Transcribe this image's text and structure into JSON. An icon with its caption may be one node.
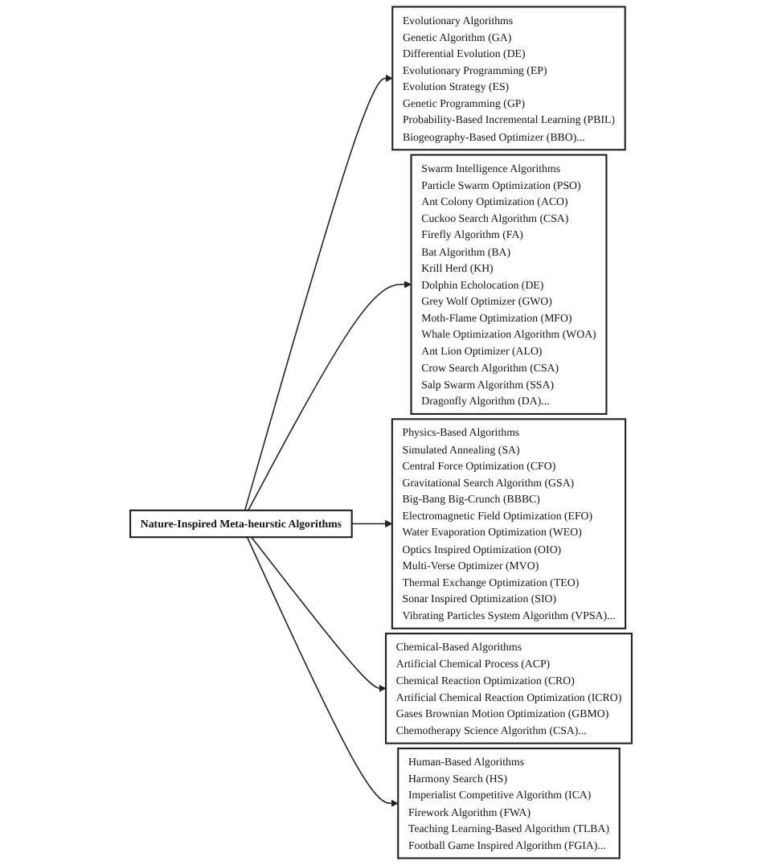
{
  "diagram": {
    "nodes": [
      {
        "text": [
          "Nature-Inspired Meta-heurstic Algorithms"
        ]
      },
      {
        "text": [
          "Evolutionary Algorithms",
          "Genetic Algorithm (GA)",
          "Differential Evolution (DE)",
          "Evolutionary Programming (EP)",
          "Evolution Strategy (ES)",
          "Genetic Programming (GP)",
          "Probability-Based Incremental Learning (PBIL)",
          "Biogeography-Based Optimizer (BBO)..."
        ]
      },
      {
        "text": [
          "Swarm Intelligence Algorithms",
          "Particle Swarm Optimization (PSO)",
          "Ant Colony Optimization (ACO)",
          "Cuckoo Search Algorithm (CSA)",
          "Firefly Algorithm (FA)",
          "Bat Algorithm (BA)",
          "Krill Herd (KH)",
          "Dolphin Echolocation (DE)",
          "Grey Wolf Optimizer (GWO)",
          "Moth-Flame Optimization (MFO)",
          "Whale Optimization Algorithm (WOA)",
          "Ant Lion Optimizer (ALO)",
          "Crow Search Algorithm (CSA)",
          "Salp Swarm Algorithm (SSA)",
          "Dragonfly Algorithm (DA)..."
        ]
      },
      {
        "text": [
          "Physics-Based Algorithms",
          "Simulated Annealing (SA)",
          "Central Force Optimization (CFO)",
          "Gravitational Search Algorithm (GSA)",
          "Big-Bang Big-Crunch (BBBC)",
          "Electromagnetic Field Optimization (EFO)",
          "Water Evaporation Optimization (WEO)",
          "Optics Inspired Optimization (OIO)",
          "Multi-Verse Optimizer (MVO)",
          "Thermal Exchange Optimization (TEO)",
          "Sonar Inspired Optimization (SIO)",
          "Vibrating Particles System Algorithm (VPSA)..."
        ]
      },
      {
        "text": [
          "Chemical-Based Algorithms",
          "Artificial Chemical Process (ACP)",
          "Chemical Reaction Optimization (CRO)",
          "Artificial Chemical Reaction Optimization (ICRO)",
          "Gases Brownian Motion Optimization (GBMO)",
          "Chemotherapy Science Algorithm (CSA)..."
        ]
      },
      {
        "text": [
          "Human-Based Algorithms",
          "Harmony Search (HS)",
          "Imperialist Competitive Algorithm (ICA)",
          "Firework Algorithm (FWA)",
          "Teaching Learning-Based Algorithm (TLBA)",
          "Football Game Inspired Algorithm (FGIA)..."
        ]
      }
    ],
    "edges": [
      {
        "from": 0,
        "to": 1,
        "arrow": "to"
      },
      {
        "from": 0,
        "to": 2,
        "arrow": "to"
      },
      {
        "from": 0,
        "to": 3,
        "arrow": "to"
      },
      {
        "from": 0,
        "to": 4,
        "arrow": "to"
      },
      {
        "from": 0,
        "to": 5,
        "arrow": "to"
      }
    ]
  }
}
